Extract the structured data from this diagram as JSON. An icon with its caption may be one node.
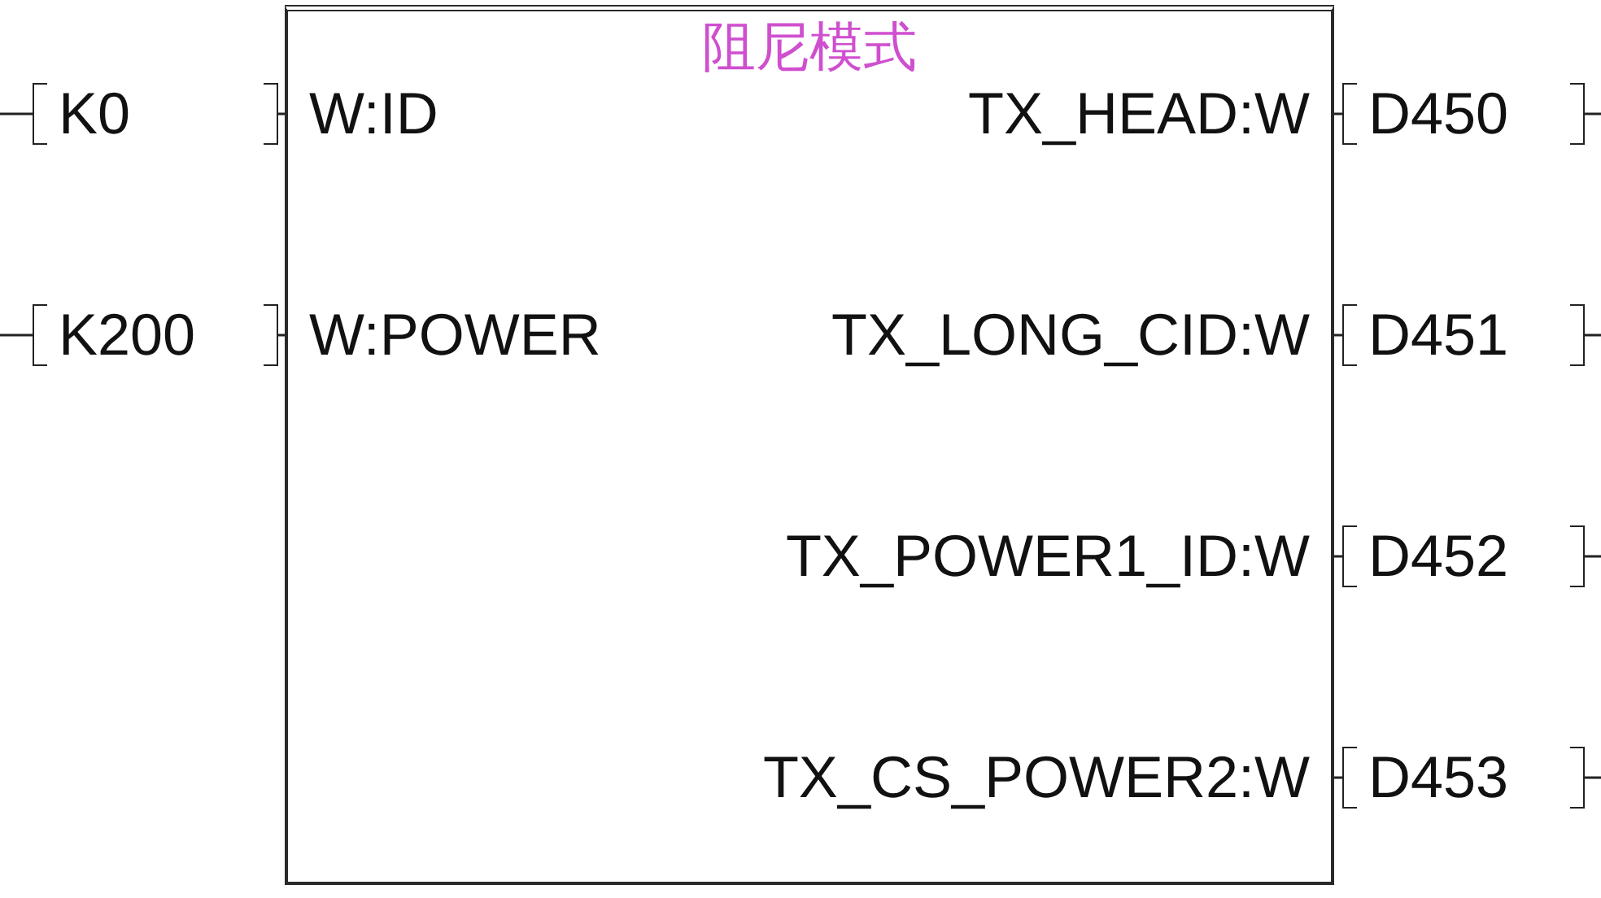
{
  "diagram": {
    "nodes": [
      {
        "text": [
          "阻尼模式",
          "W:ID",
          "W:POWER",
          "TX_HEAD:W",
          "TX_LONG_CID:W",
          "TX_POWER1_ID:W",
          "TX_CS_POWER2:W"
        ]
      },
      {
        "text": [
          "K0"
        ]
      },
      {
        "text": [
          "K200"
        ]
      },
      {
        "text": [
          "D450"
        ]
      },
      {
        "text": [
          "D451"
        ]
      },
      {
        "text": [
          "D452"
        ]
      },
      {
        "text": [
          "D453"
        ]
      }
    ],
    "edges": [
      {
        "from": null,
        "to": 1,
        "arrow": "none"
      },
      {
        "from": 1,
        "to": 0,
        "arrow": "none"
      },
      {
        "from": null,
        "to": 2,
        "arrow": "none"
      },
      {
        "from": 2,
        "to": 0,
        "arrow": "none"
      },
      {
        "from": 0,
        "to": 3,
        "arrow": "none"
      },
      {
        "from": 3,
        "to": null,
        "arrow": "none"
      },
      {
        "from": 0,
        "to": 4,
        "arrow": "none"
      },
      {
        "from": 4,
        "to": null,
        "arrow": "none"
      },
      {
        "from": 0,
        "to": 5,
        "arrow": "none"
      },
      {
        "from": 5,
        "to": null,
        "arrow": "none"
      },
      {
        "from": 0,
        "to": 6,
        "arrow": "none"
      },
      {
        "from": 6,
        "to": null,
        "arrow": "none"
      }
    ]
  }
}
